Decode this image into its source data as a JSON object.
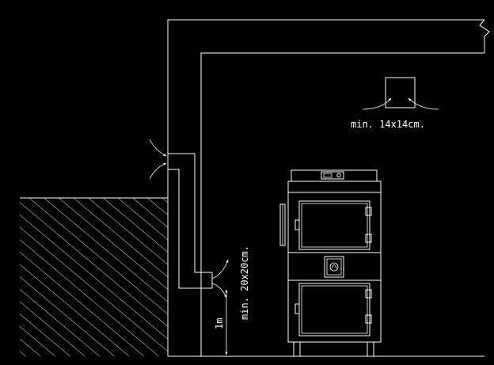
{
  "drawing": {
    "background_color": "#000000",
    "line_color": "#ffffff"
  },
  "labels": {
    "ceiling_vent": "min. 14x14cm.",
    "wall_vent": "min. 20x20cm.",
    "height": "1m"
  },
  "icons": {
    "boiler_emblem": "flame-logo-icon",
    "airflow": "curved-arrow-icon"
  }
}
